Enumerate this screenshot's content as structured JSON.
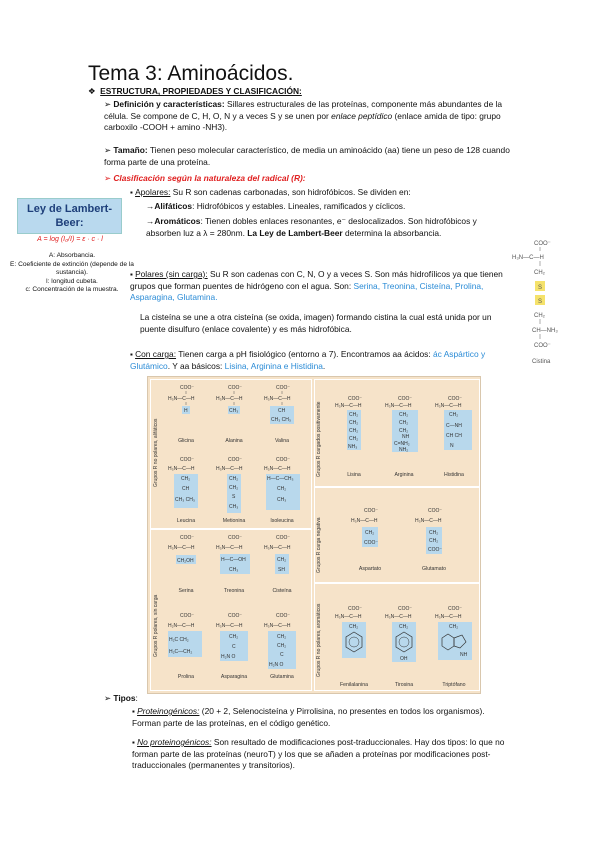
{
  "title": "Tema 3: Aminoácidos.",
  "section": "ESTRUCTURA, PROPIEDADES Y CLASIFICACIÓN:",
  "def_label": "Definición y características:",
  "def_text_1": " Sillares estructurales de las proteínas, componente más abundantes de la célula. Se compone de C, H, O, N y a veces S y se unen por ",
  "def_italic": "enlace peptídico",
  "def_text_2": " (enlace amida de tipo: grupo carboxilo -COOH + amino -NH3).",
  "size_label": "Tamaño:",
  "size_text": " Tienen peso molecular característico, de media un aminoácido (aa) tiene un peso de 128 cuando forma parte de una proteína.",
  "class_label": "Clasificación según la naturaleza del radical (R):",
  "apolar_label": "Apolares:",
  "apolar_text": " Su R son cadenas carbonadas, son hidrofóbicos. Se dividen en:",
  "aliph_label": "Alifáticos",
  "aliph_text": ": Hidrofóbicos y estables. Lineales, ramificados y cíclicos.",
  "arom_label": "Aromáticos",
  "arom_text": ": Tienen dobles enlaces resonantes, e⁻ deslocalizados. Son hidrofóbicos y absorben luz a λ = 280nm. ",
  "arom_bold": "La Ley de Lambert-Beer",
  "arom_text2": " determina la absorbancia.",
  "lambert": {
    "title": "Ley de Lambert-Beer:",
    "formula": "A = log (I₀/I) = ε · c · l",
    "legend": [
      "A: Absorbancia.",
      "E: Coeficiente de extinción (depende de la sustancia).",
      "l: longitud cubeta.",
      "c: Concentración de la muestra."
    ]
  },
  "polar_label": "Polares (sin carga):",
  "polar_text": " Su R son cadenas con C, N, O y a veces S. Son más hidrofílicos ya que tienen grupos que forman puentes de hidrógeno con el agua. Son: ",
  "polar_list": "Serina, Treonina, Cisteína, Prolina, Asparagina, Glutamina.",
  "polar_text2": "La cisteína se une a otra cisteína (se oxida, imagen) formando cistina la cual está unida por un puente disulfuro (enlace covalente) y es más hidrofóbica.",
  "charged_label": "Con carga:",
  "charged_text": " Tienen carga a pH fisiológico (entorno a 7). Encontramos aa ácidos: ",
  "acid_list": "ác Aspártico y Glutámico",
  "charged_text2": ". Y aa básicos: ",
  "basic_list": "Lisina, Arginina e Histidina",
  "cistina": {
    "lines": [
      "COO⁻",
      "H₃N—C—H",
      "CH₂",
      "S",
      "S",
      "CH₂",
      "CH—NH₃",
      "COO⁻"
    ],
    "caption": "Cistina"
  },
  "figure": {
    "panel_labels": {
      "aliphatic": "Grupos R no polares, alifáticos",
      "polar": "Grupos R polares, sin carga",
      "positive": "Grupos R cargados positivamente",
      "negative": "Grupos R carga negativa",
      "aromatic": "Grupos R no polares, aromáticos"
    },
    "amino_acids": {
      "gly": "Glicina",
      "ala": "Alanina",
      "val": "Valina",
      "leu": "Leucina",
      "met": "Metionina",
      "ile": "Isoleucina",
      "ser": "Serina",
      "thr": "Treonina",
      "cys": "Cisteína",
      "pro": "Prolina",
      "asn": "Asparagina",
      "gln": "Glutamina",
      "lys": "Lisina",
      "arg": "Arginina",
      "his": "Histidina",
      "asp": "Aspartato",
      "glu": "Glutamato",
      "phe": "Fenilalanina",
      "tyr": "Tirosina",
      "trp": "Triptófano"
    },
    "coo": "COO⁻",
    "backbone": "H₃N—C—H"
  },
  "tipos_label": "Tipos",
  "tipos_colon": ":",
  "prot_label": "Proteinogénicos:",
  "prot_text": " (20 + 2, Selenocisteína y Pirrolisina, no presentes en todos los organismos). Forman parte de las proteínas, en el código genético.",
  "noprot_label": "No proteinogénicos:",
  "noprot_text": " Son resultado de modificaciones post-traduccionales. Hay dos tipos: lo que no forman parte de las proteínas (neuroT) y los que se añaden a proteínas por modificaciones post-traduccionales (permanentes y transitorios)."
}
